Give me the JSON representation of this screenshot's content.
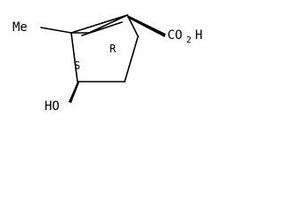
{
  "molecule": {
    "atom_labels": {
      "methyl": "Me",
      "carboxyl": "CO",
      "carboxyl_subscript": "2",
      "carboxyl_suffix": "H",
      "hydroxyl": "HO"
    },
    "stereo_labels": {
      "c1_descriptor": "R",
      "c4_descriptor": "S"
    },
    "colors": {
      "bond": "#000000",
      "text": "#000000",
      "background": "#ffffff"
    }
  }
}
